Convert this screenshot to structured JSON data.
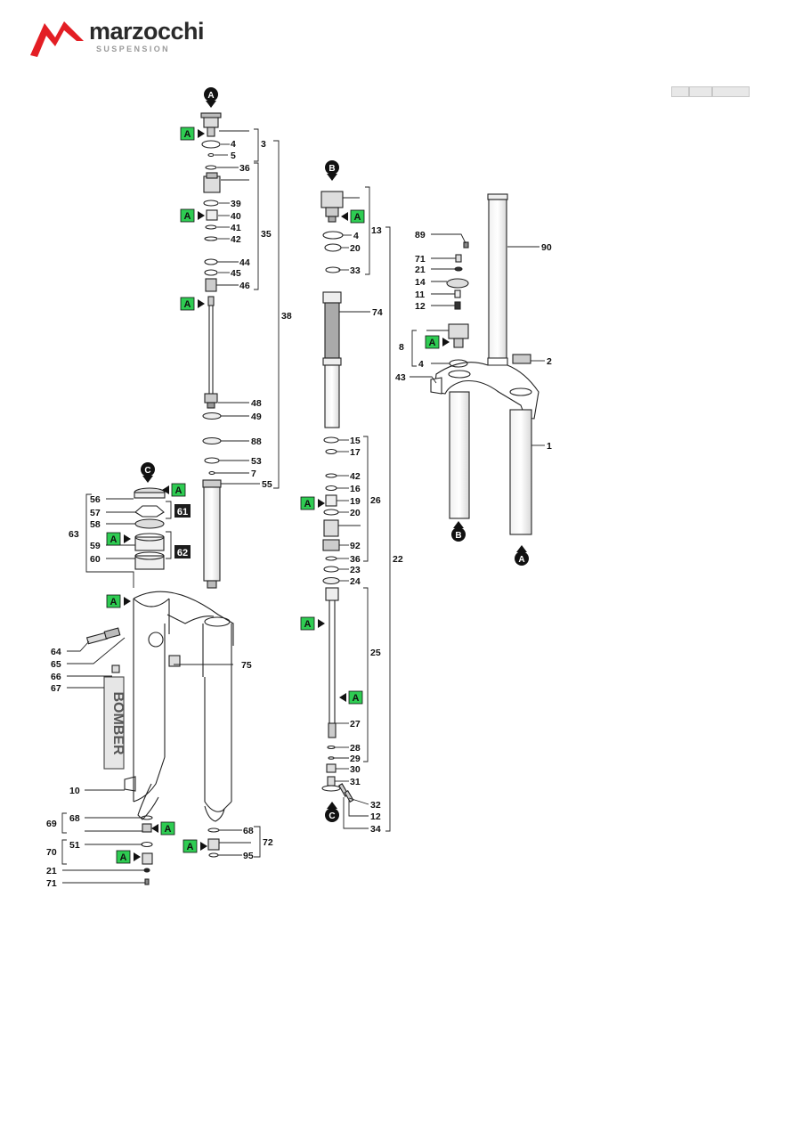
{
  "brand": {
    "name": "marzocchi",
    "tagline": "SUSPENSION",
    "logo_mark": "marzocchi-m-logo",
    "logo_color": "#e31e24"
  },
  "colors": {
    "callout_green": "#2ecc52",
    "dark_box": "#1c1c1c",
    "line": "#222222"
  },
  "callouts": {
    "A": "A",
    "B": "B",
    "C": "C"
  },
  "labels": [
    {
      "id": "l3",
      "text": "3"
    },
    {
      "id": "l4a",
      "text": "4"
    },
    {
      "id": "l5",
      "text": "5"
    },
    {
      "id": "l36a",
      "text": "36"
    },
    {
      "id": "l39",
      "text": "39"
    },
    {
      "id": "l40",
      "text": "40"
    },
    {
      "id": "l41",
      "text": "41"
    },
    {
      "id": "l42a",
      "text": "42"
    },
    {
      "id": "l35",
      "text": "35"
    },
    {
      "id": "l44",
      "text": "44"
    },
    {
      "id": "l45",
      "text": "45"
    },
    {
      "id": "l46",
      "text": "46"
    },
    {
      "id": "l38",
      "text": "38"
    },
    {
      "id": "l48",
      "text": "48"
    },
    {
      "id": "l49",
      "text": "49"
    },
    {
      "id": "l88",
      "text": "88"
    },
    {
      "id": "l53",
      "text": "53"
    },
    {
      "id": "l7",
      "text": "7"
    },
    {
      "id": "l55",
      "text": "55"
    },
    {
      "id": "l56",
      "text": "56"
    },
    {
      "id": "l57",
      "text": "57"
    },
    {
      "id": "l58",
      "text": "58"
    },
    {
      "id": "l59",
      "text": "59"
    },
    {
      "id": "l60",
      "text": "60"
    },
    {
      "id": "l63",
      "text": "63"
    },
    {
      "id": "l61",
      "text": "61"
    },
    {
      "id": "l62",
      "text": "62"
    },
    {
      "id": "l64",
      "text": "64"
    },
    {
      "id": "l65",
      "text": "65"
    },
    {
      "id": "l66",
      "text": "66"
    },
    {
      "id": "l67",
      "text": "67"
    },
    {
      "id": "l75",
      "text": "75"
    },
    {
      "id": "l10",
      "text": "10"
    },
    {
      "id": "l68a",
      "text": "68"
    },
    {
      "id": "l69",
      "text": "69"
    },
    {
      "id": "l51",
      "text": "51"
    },
    {
      "id": "l70",
      "text": "70"
    },
    {
      "id": "l21a",
      "text": "21"
    },
    {
      "id": "l71a",
      "text": "71"
    },
    {
      "id": "l68b",
      "text": "68"
    },
    {
      "id": "l72",
      "text": "72"
    },
    {
      "id": "l95",
      "text": "95"
    },
    {
      "id": "l13",
      "text": "13"
    },
    {
      "id": "l4b",
      "text": "4"
    },
    {
      "id": "l20a",
      "text": "20"
    },
    {
      "id": "l33",
      "text": "33"
    },
    {
      "id": "l74",
      "text": "74"
    },
    {
      "id": "l15",
      "text": "15"
    },
    {
      "id": "l17",
      "text": "17"
    },
    {
      "id": "l42b",
      "text": "42"
    },
    {
      "id": "l16",
      "text": "16"
    },
    {
      "id": "l19",
      "text": "19"
    },
    {
      "id": "l20b",
      "text": "20"
    },
    {
      "id": "l26",
      "text": "26"
    },
    {
      "id": "l92",
      "text": "92"
    },
    {
      "id": "l36b",
      "text": "36"
    },
    {
      "id": "l23",
      "text": "23"
    },
    {
      "id": "l24",
      "text": "24"
    },
    {
      "id": "l22",
      "text": "22"
    },
    {
      "id": "l25",
      "text": "25"
    },
    {
      "id": "l27",
      "text": "27"
    },
    {
      "id": "l28",
      "text": "28"
    },
    {
      "id": "l29",
      "text": "29"
    },
    {
      "id": "l30",
      "text": "30"
    },
    {
      "id": "l31",
      "text": "31"
    },
    {
      "id": "l32",
      "text": "32"
    },
    {
      "id": "l12a",
      "text": "12"
    },
    {
      "id": "l34",
      "text": "34"
    },
    {
      "id": "l89",
      "text": "89"
    },
    {
      "id": "l90",
      "text": "90"
    },
    {
      "id": "l71b",
      "text": "71"
    },
    {
      "id": "l21b",
      "text": "21"
    },
    {
      "id": "l14",
      "text": "14"
    },
    {
      "id": "l11",
      "text": "11"
    },
    {
      "id": "l12b",
      "text": "12"
    },
    {
      "id": "l8",
      "text": "8"
    },
    {
      "id": "l4c",
      "text": "4"
    },
    {
      "id": "l2",
      "text": "2"
    },
    {
      "id": "l43",
      "text": "43"
    },
    {
      "id": "l1",
      "text": "1"
    }
  ],
  "decal_text": "BOMBER"
}
